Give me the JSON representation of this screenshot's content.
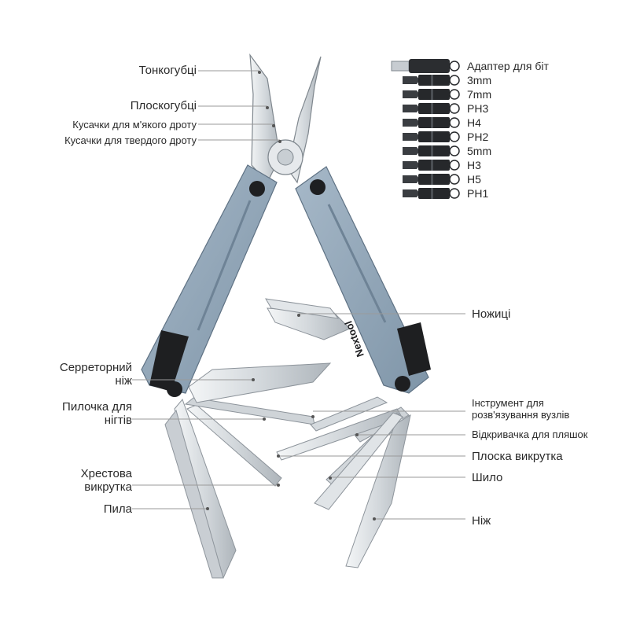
{
  "brand_mark": "Nextool",
  "colors": {
    "handle": "#8fa5b8",
    "handle_dark": "#6e8396",
    "steel": "#d9dde1",
    "steel_dark": "#9aa1a8",
    "black": "#1e1f21",
    "leader": "#9a9a9a"
  },
  "left_labels": [
    {
      "lines": [
        "Тонкогубці"
      ]
    },
    {
      "lines": [
        "Плоскогубці"
      ]
    },
    {
      "lines": [
        "Кусачки для м'якого дроту"
      ],
      "small": true
    },
    {
      "lines": [
        "Кусачки для твердого дроту"
      ],
      "small": true
    },
    {
      "lines": [
        "Серреторний",
        "ніж"
      ]
    },
    {
      "lines": [
        "Пилочка для",
        "нігтів"
      ]
    },
    {
      "lines": [
        "Хрестова",
        "викрутка"
      ]
    },
    {
      "lines": [
        "Пила"
      ]
    }
  ],
  "right_labels": [
    {
      "lines": [
        "Ножиці"
      ]
    },
    {
      "lines": [
        "Інструмент для",
        "розв'язування вузлів"
      ],
      "small": true
    },
    {
      "lines": [
        "Відкривачка для пляшок"
      ],
      "small": true
    },
    {
      "lines": [
        "Плоска викрутка"
      ]
    },
    {
      "lines": [
        "Шило"
      ]
    },
    {
      "lines": [
        "Ніж"
      ]
    }
  ],
  "bits": [
    {
      "label": "Адаптер для біт",
      "icon": "bit-adapter-icon"
    },
    {
      "label": "3mm",
      "icon": "hex-bit-icon"
    },
    {
      "label": "7mm",
      "icon": "flat-bit-icon"
    },
    {
      "label": "PH3",
      "icon": "phillips-bit-icon"
    },
    {
      "label": "H4",
      "icon": "hex-bit-icon"
    },
    {
      "label": "PH2",
      "icon": "phillips-bit-icon"
    },
    {
      "label": "5mm",
      "icon": "flat-bit-icon"
    },
    {
      "label": "H3",
      "icon": "hex-bit-icon"
    },
    {
      "label": "H5",
      "icon": "hex-bit-icon"
    },
    {
      "label": "PH1",
      "icon": "phillips-bit-icon"
    }
  ]
}
